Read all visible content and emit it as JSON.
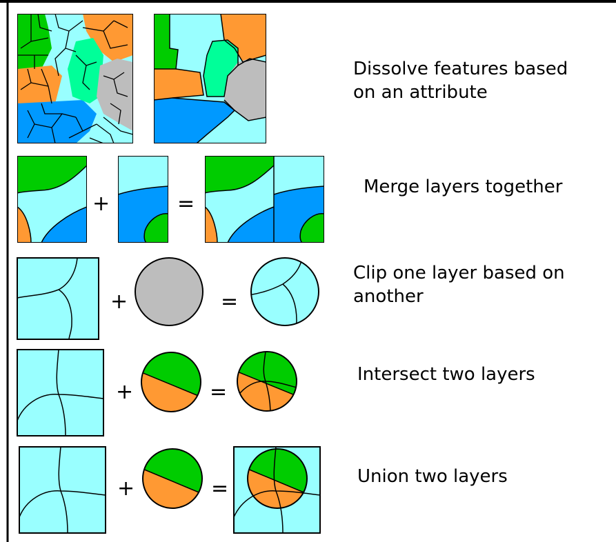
{
  "operations": [
    {
      "id": "dissolve",
      "line1": "Dissolve features based",
      "line2": "on an attribute"
    },
    {
      "id": "merge",
      "line1": "Merge layers together",
      "line2": ""
    },
    {
      "id": "clip",
      "line1": "Clip one layer based on",
      "line2": "another"
    },
    {
      "id": "intersect",
      "line1": "Intersect two layers",
      "line2": ""
    },
    {
      "id": "union",
      "line1": "Union two layers",
      "line2": ""
    }
  ],
  "symbols": {
    "plus": "+",
    "equals": "="
  },
  "colors": {
    "light_cyan": "#99ffff",
    "green": "#00cc00",
    "orange": "#ff9933",
    "blue": "#0099ff",
    "mint": "#00ff99",
    "gray": "#bdbdbd",
    "outline": "#000000"
  }
}
